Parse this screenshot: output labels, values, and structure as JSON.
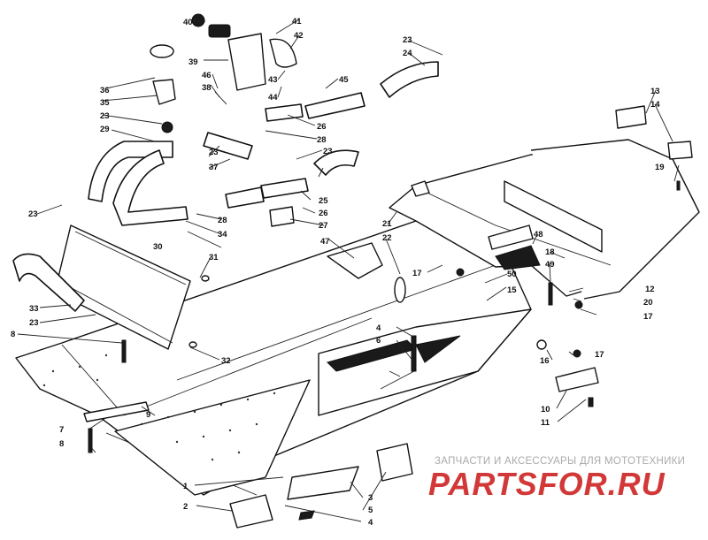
{
  "watermark": {
    "subtitle": "ЗАПЧАСТИ И АКСЕССУАРЫ ДЛЯ МОТОТЕХНИКИ",
    "logo": "PARTSFOR.RU",
    "logo_color": "#d23838"
  },
  "callouts": {
    "c1": "1",
    "c2": "2",
    "c3": "3",
    "c4a": "4",
    "c4b": "4",
    "c5": "5",
    "c6": "6",
    "c7": "7",
    "c8a": "8",
    "c8b": "8",
    "c9": "9",
    "c10": "10",
    "c11": "11",
    "c12": "12",
    "c13": "13",
    "c14": "14",
    "c15": "15",
    "c16": "16",
    "c17a": "17",
    "c17b": "17",
    "c17c": "17",
    "c18": "18",
    "c19": "19",
    "c20": "20",
    "c21": "21",
    "c22": "22",
    "c23a": "23",
    "c23b": "23",
    "c23c": "23",
    "c23d": "23",
    "c23e": "23",
    "c23f": "23",
    "c24": "24",
    "c25": "25",
    "c26a": "26",
    "c26b": "26",
    "c27": "27",
    "c28a": "28",
    "c28b": "28",
    "c29": "29",
    "c30": "30",
    "c31": "31",
    "c32": "32",
    "c33": "33",
    "c34": "34",
    "c35": "35",
    "c36": "36",
    "c37": "37",
    "c38": "38",
    "c39": "39",
    "c40": "40",
    "c41": "41",
    "c42": "42",
    "c43": "43",
    "c44": "44",
    "c45": "45",
    "c46": "46",
    "c47": "47",
    "c48": "48",
    "c49": "49",
    "c50": "50"
  }
}
